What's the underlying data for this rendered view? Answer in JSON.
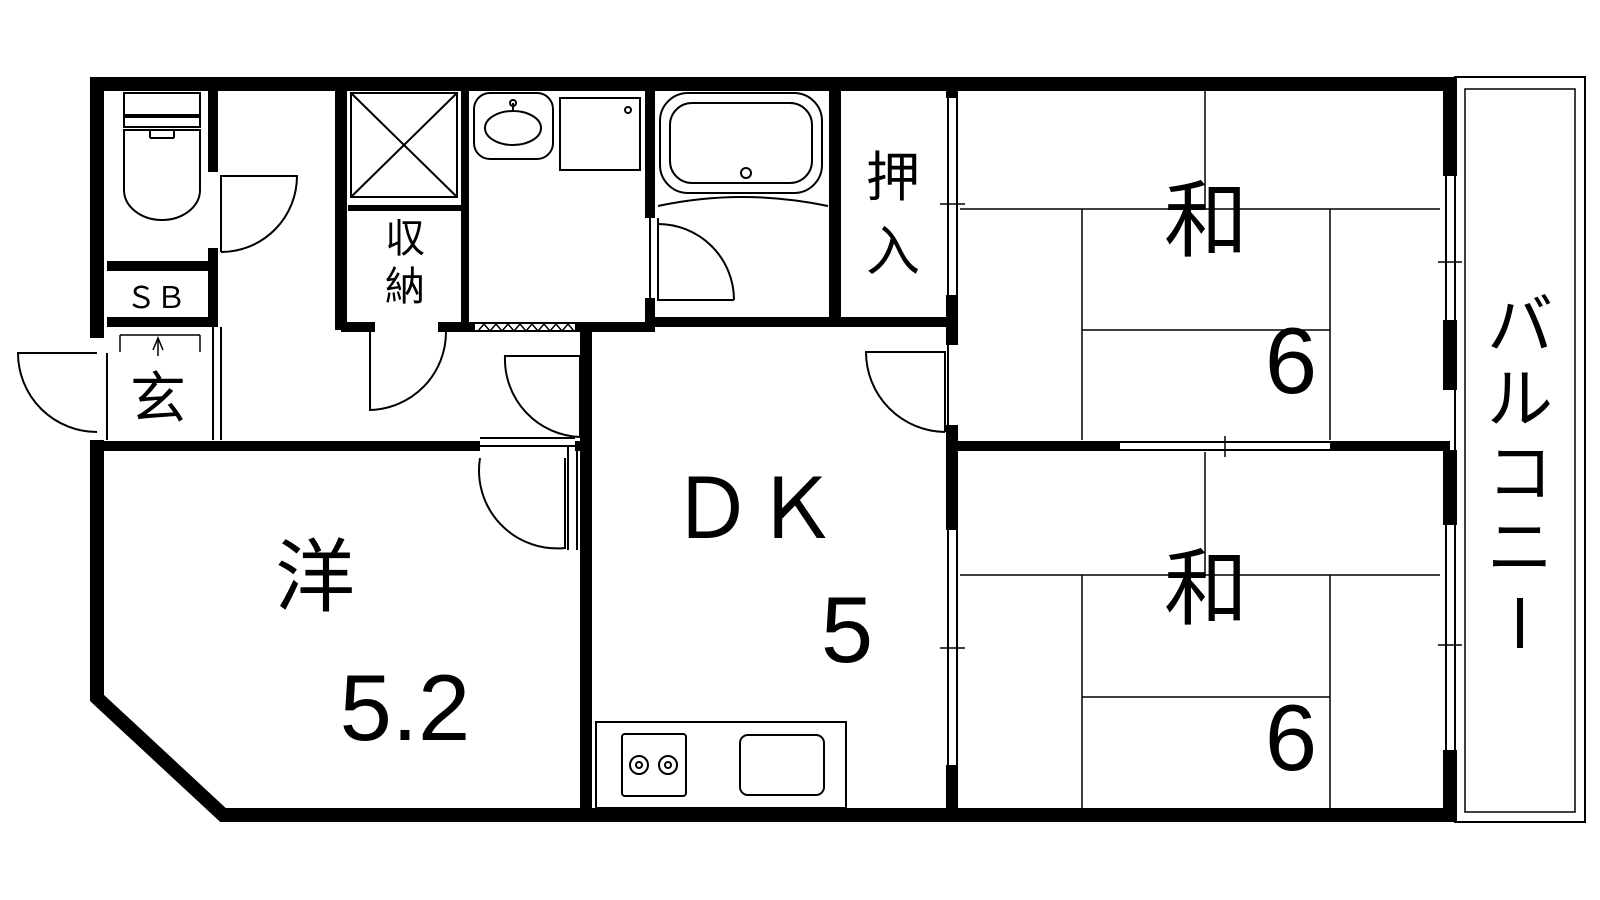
{
  "floor_plan": {
    "rooms": {
      "western": {
        "label": "洋",
        "size": "5.2"
      },
      "dk": {
        "label": "ＤＫ",
        "size": "5"
      },
      "washitsu_upper": {
        "label": "和",
        "size": "6"
      },
      "washitsu_lower": {
        "label": "和",
        "size": "6"
      }
    },
    "storage": {
      "label_line1": "収",
      "label_line2": "納"
    },
    "oshiire": {
      "label_line1": "押",
      "label_line2": "入"
    },
    "shoe_box": {
      "label": "ＳＢ"
    },
    "entrance": {
      "label": "玄"
    },
    "balcony": {
      "chars": [
        "バ",
        "ル",
        "コ",
        "ニ",
        "ー"
      ]
    }
  }
}
